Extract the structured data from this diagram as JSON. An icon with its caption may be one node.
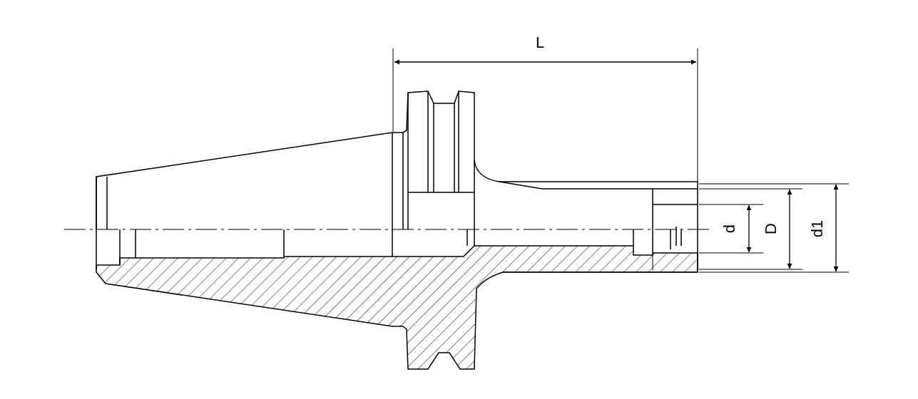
{
  "diagram": {
    "labels": [
      "L",
      "d",
      "D",
      "d1"
    ]
  }
}
